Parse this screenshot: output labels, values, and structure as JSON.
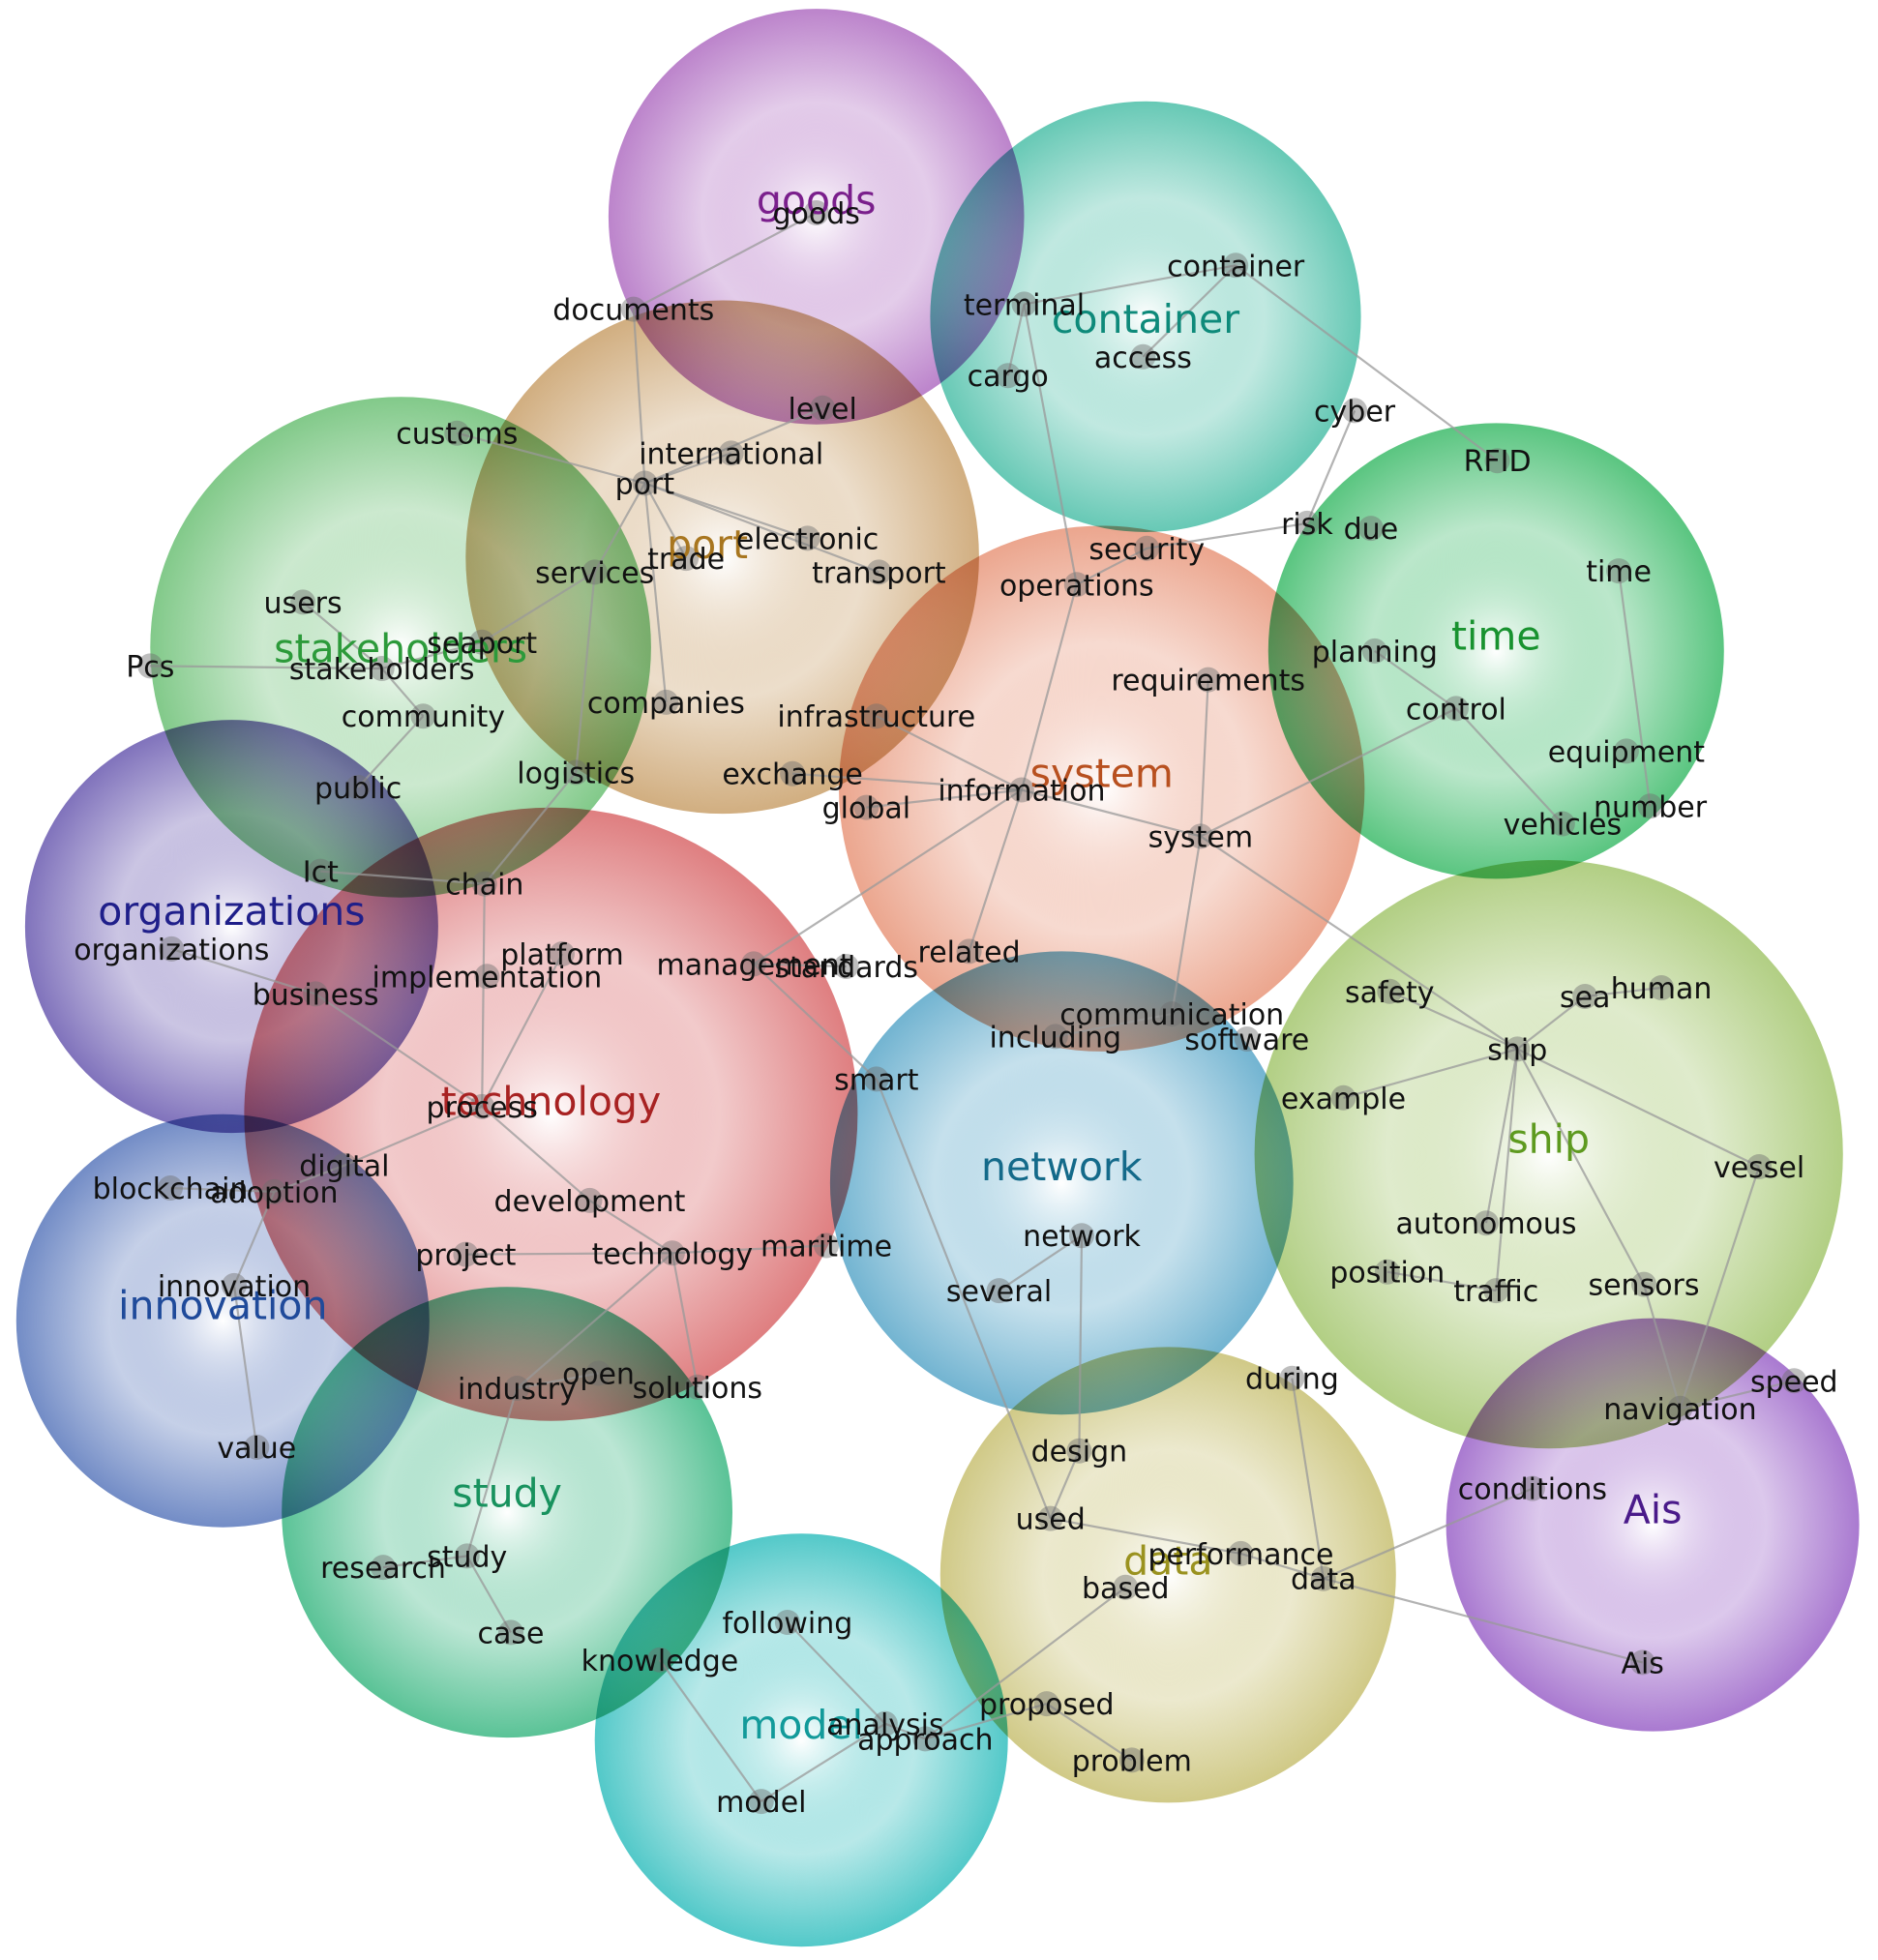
{
  "clusters": [
    {
      "id": "goods",
      "title": "goods",
      "color": "#b06ec2",
      "text_color": "#7a1f8c"
    },
    {
      "id": "container",
      "title": "container",
      "color": "#4cbfa8",
      "text_color": "#0e8a7a"
    },
    {
      "id": "port",
      "title": "port",
      "color": "#c9a06a",
      "text_color": "#a8761f"
    },
    {
      "id": "stakeholders",
      "title": "stakeholders",
      "color": "#6cc075",
      "text_color": "#2c9a3a"
    },
    {
      "id": "system",
      "title": "system",
      "color": "#e8967a",
      "text_color": "#b8501f"
    },
    {
      "id": "time",
      "title": "time",
      "color": "#3dbb6a",
      "text_color": "#18922f"
    },
    {
      "id": "organizations",
      "title": "organizations",
      "color": "#6a5ab0",
      "text_color": "#1f1f8a"
    },
    {
      "id": "technology",
      "title": "technology",
      "color": "#d9686a",
      "text_color": "#a82222"
    },
    {
      "id": "ship",
      "title": "ship",
      "color": "#a4c66e",
      "text_color": "#5e9a1f"
    },
    {
      "id": "network",
      "title": "network",
      "color": "#5aa7c9",
      "text_color": "#146a8a"
    },
    {
      "id": "innovation",
      "title": "innovation",
      "color": "#5a78bc",
      "text_color": "#1f4a9a"
    },
    {
      "id": "study",
      "title": "study",
      "color": "#3db884",
      "text_color": "#18925e"
    },
    {
      "id": "data",
      "title": "data",
      "color": "#c8c072",
      "text_color": "#9a921f"
    },
    {
      "id": "Ais",
      "title": "Ais",
      "color": "#9a62c8",
      "text_color": "#4a1a8a"
    },
    {
      "id": "model",
      "title": "model",
      "color": "#34bfbf",
      "text_color": "#129a9a"
    }
  ],
  "words": [
    {
      "id": "goods",
      "label": "goods"
    },
    {
      "id": "documents",
      "label": "documents"
    },
    {
      "id": "container",
      "label": "container"
    },
    {
      "id": "terminal",
      "label": "terminal"
    },
    {
      "id": "cargo",
      "label": "cargo"
    },
    {
      "id": "access",
      "label": "access"
    },
    {
      "id": "cyber",
      "label": "cyber"
    },
    {
      "id": "RFID",
      "label": "RFID"
    },
    {
      "id": "level",
      "label": "level"
    },
    {
      "id": "customs",
      "label": "customs"
    },
    {
      "id": "international",
      "label": "international"
    },
    {
      "id": "port",
      "label": "port"
    },
    {
      "id": "electronic",
      "label": "electronic"
    },
    {
      "id": "trade",
      "label": "trade"
    },
    {
      "id": "services",
      "label": "services"
    },
    {
      "id": "transport",
      "label": "transport"
    },
    {
      "id": "security",
      "label": "security"
    },
    {
      "id": "operations",
      "label": "operations"
    },
    {
      "id": "risk",
      "label": "risk"
    },
    {
      "id": "due",
      "label": "due"
    },
    {
      "id": "time",
      "label": "time"
    },
    {
      "id": "users",
      "label": "users"
    },
    {
      "id": "seaport",
      "label": "seaport"
    },
    {
      "id": "stakeholders",
      "label": "stakeholders"
    },
    {
      "id": "Pcs",
      "label": "Pcs"
    },
    {
      "id": "planning",
      "label": "planning"
    },
    {
      "id": "requirements",
      "label": "requirements"
    },
    {
      "id": "companies",
      "label": "companies"
    },
    {
      "id": "infrastructure",
      "label": "infrastructure"
    },
    {
      "id": "community",
      "label": "community"
    },
    {
      "id": "control",
      "label": "control"
    },
    {
      "id": "logistics",
      "label": "logistics"
    },
    {
      "id": "exchange",
      "label": "exchange"
    },
    {
      "id": "equipment",
      "label": "equipment"
    },
    {
      "id": "public",
      "label": "public"
    },
    {
      "id": "information",
      "label": "information"
    },
    {
      "id": "global",
      "label": "global"
    },
    {
      "id": "number",
      "label": "number"
    },
    {
      "id": "vehicles",
      "label": "vehicles"
    },
    {
      "id": "system",
      "label": "system"
    },
    {
      "id": "Ict",
      "label": "Ict"
    },
    {
      "id": "chain",
      "label": "chain"
    },
    {
      "id": "organizations",
      "label": "organizations"
    },
    {
      "id": "platform",
      "label": "platform"
    },
    {
      "id": "implementation",
      "label": "implementation"
    },
    {
      "id": "management",
      "label": "management"
    },
    {
      "id": "standards",
      "label": "standards"
    },
    {
      "id": "related",
      "label": "related"
    },
    {
      "id": "business",
      "label": "business"
    },
    {
      "id": "safety",
      "label": "safety"
    },
    {
      "id": "sea",
      "label": "sea"
    },
    {
      "id": "human",
      "label": "human"
    },
    {
      "id": "communication",
      "label": "communication"
    },
    {
      "id": "including",
      "label": "including"
    },
    {
      "id": "software",
      "label": "software"
    },
    {
      "id": "ship",
      "label": "ship"
    },
    {
      "id": "smart",
      "label": "smart"
    },
    {
      "id": "process",
      "label": "process"
    },
    {
      "id": "example",
      "label": "example"
    },
    {
      "id": "digital",
      "label": "digital"
    },
    {
      "id": "blockchain",
      "label": "blockchain"
    },
    {
      "id": "adoption",
      "label": "adoption"
    },
    {
      "id": "development",
      "label": "development"
    },
    {
      "id": "vessel",
      "label": "vessel"
    },
    {
      "id": "autonomous",
      "label": "autonomous"
    },
    {
      "id": "network",
      "label": "network"
    },
    {
      "id": "project",
      "label": "project"
    },
    {
      "id": "technology",
      "label": "technology"
    },
    {
      "id": "maritime",
      "label": "maritime"
    },
    {
      "id": "position",
      "label": "position"
    },
    {
      "id": "traffic",
      "label": "traffic"
    },
    {
      "id": "sensors",
      "label": "sensors"
    },
    {
      "id": "several",
      "label": "several"
    },
    {
      "id": "innovation",
      "label": "innovation"
    },
    {
      "id": "during",
      "label": "during"
    },
    {
      "id": "speed",
      "label": "speed"
    },
    {
      "id": "open",
      "label": "open"
    },
    {
      "id": "industry",
      "label": "industry"
    },
    {
      "id": "solutions",
      "label": "solutions"
    },
    {
      "id": "navigation",
      "label": "navigation"
    },
    {
      "id": "value",
      "label": "value"
    },
    {
      "id": "design",
      "label": "design"
    },
    {
      "id": "conditions",
      "label": "conditions"
    },
    {
      "id": "used",
      "label": "used"
    },
    {
      "id": "performance",
      "label": "performance"
    },
    {
      "id": "data",
      "label": "data"
    },
    {
      "id": "based",
      "label": "based"
    },
    {
      "id": "study",
      "label": "study"
    },
    {
      "id": "research",
      "label": "research"
    },
    {
      "id": "case",
      "label": "case"
    },
    {
      "id": "following",
      "label": "following"
    },
    {
      "id": "knowledge",
      "label": "knowledge"
    },
    {
      "id": "Ais",
      "label": "Ais"
    },
    {
      "id": "proposed",
      "label": "proposed"
    },
    {
      "id": "analysis",
      "label": "analysis"
    },
    {
      "id": "approach",
      "label": "approach"
    },
    {
      "id": "problem",
      "label": "problem"
    },
    {
      "id": "model",
      "label": "model"
    }
  ]
}
